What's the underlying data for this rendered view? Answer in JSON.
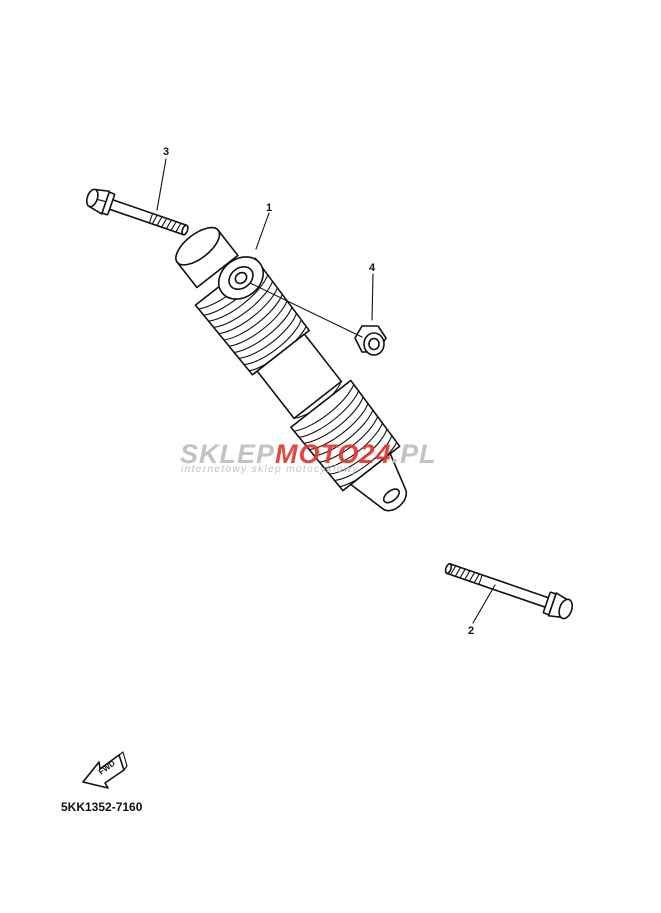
{
  "callouts": {
    "c1": "1",
    "c2": "2",
    "c3": "3",
    "c4": "4"
  },
  "fwd_label": "FWD",
  "diagram_code": "5KK1352-7160",
  "watermark": {
    "brand_part1": "SKLEP",
    "brand_part2": "MOTO",
    "brand_part3": "24",
    "brand_part4": ".PL",
    "tagline": "internetowy sklep motocyklowy",
    "gray_color": "#bdbdbd",
    "red_color": "#e0342c"
  }
}
